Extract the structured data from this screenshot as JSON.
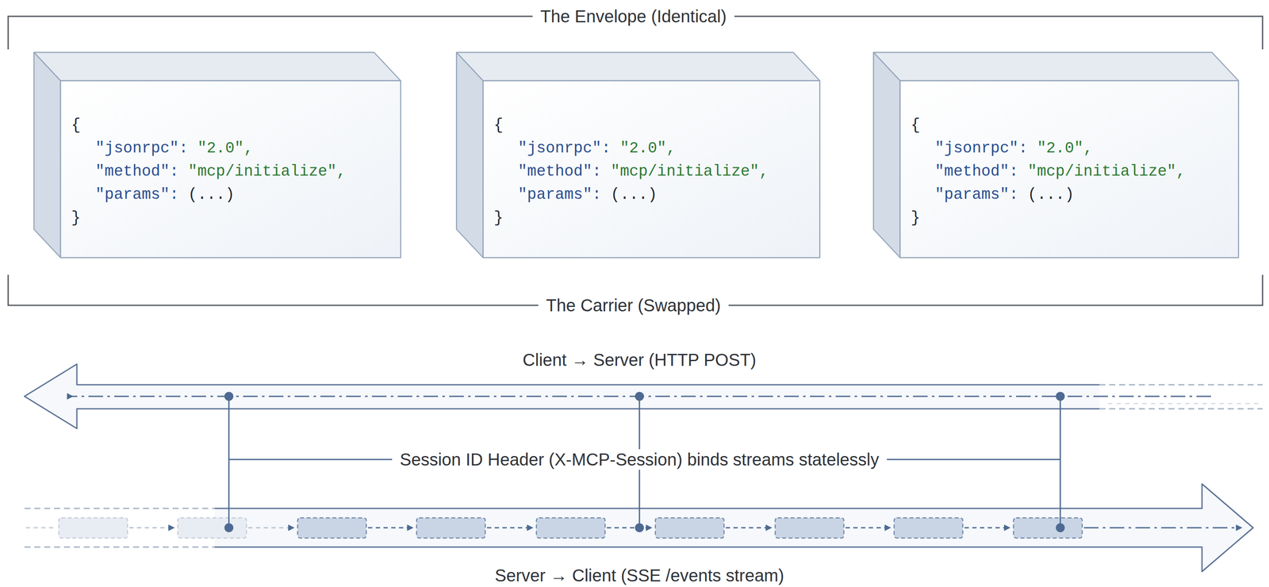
{
  "diagram": {
    "nodes": [
      {
        "text": [
          "{",
          "\"jsonrpc\":",
          "\"2.0\",",
          "\"method\":",
          "\"mcp/initialize\",",
          "\"params\":",
          "(...)",
          "}"
        ]
      },
      {
        "text": [
          "{",
          "\"jsonrpc\":",
          "\"2.0\",",
          "\"method\":",
          "\"mcp/initialize\",",
          "\"params\":",
          "(...)",
          "}"
        ]
      },
      {
        "text": [
          "{",
          "\"jsonrpc\":",
          "\"2.0\",",
          "\"method\":",
          "\"mcp/initialize\",",
          "\"params\":",
          "(...)",
          "}"
        ]
      }
    ],
    "labels": [
      "The Envelope (Identical)",
      "The Carrier (Swapped)",
      "Client → Server (HTTP POST)",
      "Session ID Header (X-MCP-Session) binds streams statelessly",
      "Server → Client (SSE /events stream)"
    ]
  }
}
